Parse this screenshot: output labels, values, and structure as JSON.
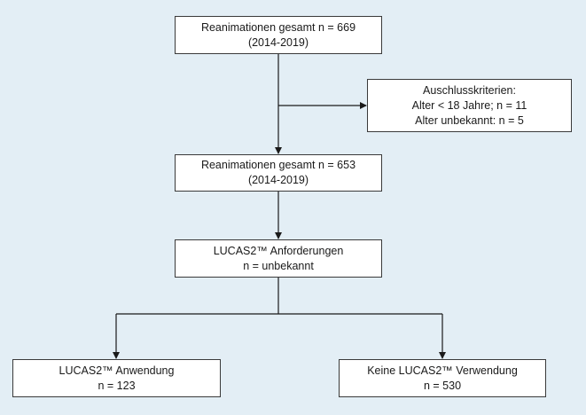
{
  "colors": {
    "background": "#e3eef5",
    "box_fill": "#ffffff",
    "line": "#3a3a3a"
  },
  "nodes": {
    "total_initial": {
      "line1": "Reanimationen gesamt n = 669",
      "line2": "(2014-2019)"
    },
    "exclusion": {
      "line1": "Auschlusskriterien:",
      "line2": "Alter < 18 Jahre; n = 11",
      "line3": "Alter unbekannt: n = 5"
    },
    "total_final": {
      "line1": "Reanimationen gesamt n = 653",
      "line2": "(2014-2019)"
    },
    "requests": {
      "line1": "LUCAS2™ Anforderungen",
      "line2": "n = unbekannt"
    },
    "used": {
      "line1": "LUCAS2™ Anwendung",
      "line2": "n = 123"
    },
    "not_used": {
      "line1": "Keine LUCAS2™ Verwendung",
      "line2": "n = 530"
    }
  }
}
